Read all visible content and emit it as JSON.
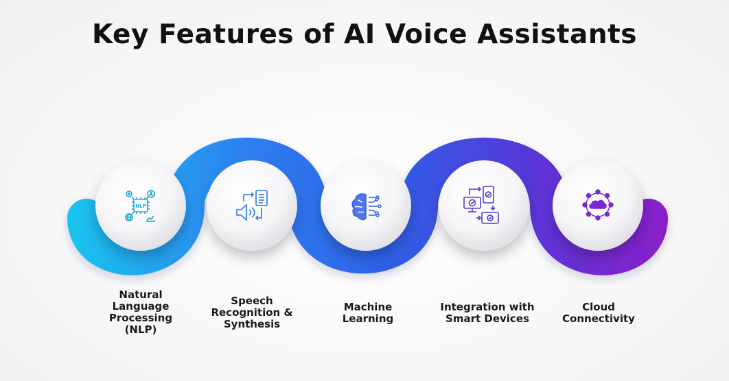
{
  "title": "Key Features of AI Voice Assistants",
  "colors": {
    "start": "#19c4ee",
    "mid": "#2f63e8",
    "end": "#8a1fc9"
  },
  "features": [
    {
      "label_lines": [
        "Natural",
        "Language",
        "Processing",
        "(NLP)"
      ],
      "icon": "nlp-icon",
      "icon_text": "NLP"
    },
    {
      "label_lines": [
        "Speech",
        "Recognition &",
        "Synthesis"
      ],
      "icon": "speech-icon"
    },
    {
      "label_lines": [
        "Machine",
        "Learning"
      ],
      "icon": "brain-icon"
    },
    {
      "label_lines": [
        "Integration with",
        "Smart Devices"
      ],
      "icon": "devices-icon"
    },
    {
      "label_lines": [
        "Cloud",
        "Connectivity"
      ],
      "icon": "cloud-icon"
    }
  ]
}
